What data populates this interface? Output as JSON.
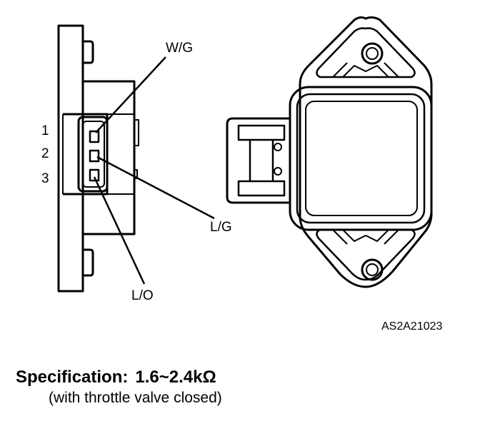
{
  "pins": {
    "p1": "1",
    "p2": "2",
    "p3": "3"
  },
  "wires": {
    "wg": "W/G",
    "lg": "L/G",
    "lo": "L/O"
  },
  "figure_code": "AS2A21023",
  "spec": {
    "label": "Specification:",
    "value": "1.6~2.4kΩ",
    "condition": "(with throttle valve closed)"
  },
  "colors": {
    "ink": "#000000",
    "background": "#ffffff"
  }
}
